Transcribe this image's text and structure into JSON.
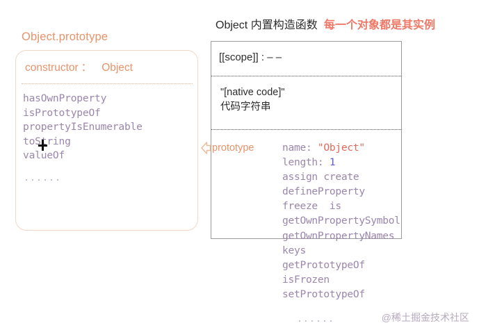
{
  "header": {
    "title_black": "Object 内置构造函数",
    "title_red": "每一个对象都是其实例",
    "red_color": "#ef7766",
    "black_color": "#2b2b2b"
  },
  "prototype_panel": {
    "title": "Object.prototype",
    "title_color": "#e8936a",
    "border_color": "#f2d7c4",
    "constructor_key": "constructor",
    "constructor_colon": "：",
    "constructor_value": "Object",
    "members": "hasOwnProperty\nisPrototypeOf\npropertyIsEnumerable\ntoString\nvalueOf",
    "members_color": "#9b86ac",
    "ellipsis": "......"
  },
  "constructor_panel": {
    "border_color": "#9b9b9b",
    "scope_row": "[[scope]] : – –",
    "native_code_line1": "\"[native code]\"",
    "native_code_line2": "代码字符串",
    "prototype_label": "prototype",
    "prototype_label_color": "#e8936a",
    "properties": {
      "name_key": "name: ",
      "name_value": "\"Object\"",
      "length_key": "length: ",
      "length_value": "1",
      "statics": "assign create\ndefineProperty\nfreeze  is\ngetOwnPropertySymbol\ngetOwnPropertyNames\nkeys\ngetPrototypeOf\nisFrozen\nsetPrototypeOf"
    },
    "ellipsis": "......"
  },
  "watermark": {
    "text": "@稀土掘金技术社区"
  }
}
